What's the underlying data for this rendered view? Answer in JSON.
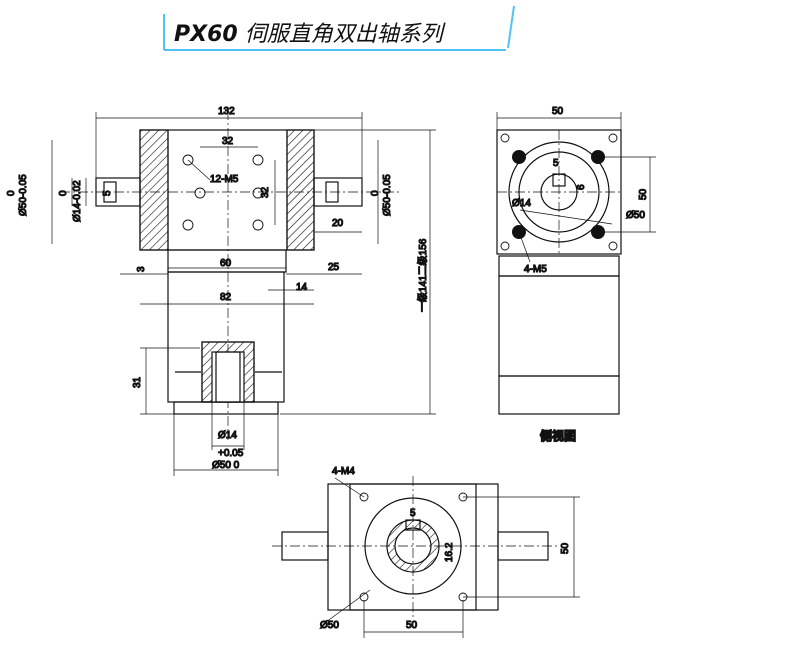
{
  "title": {
    "model": "PX60",
    "series": "伺服直角双出轴系列"
  },
  "labels": {
    "front_width": "132",
    "hole_spacing_a": "32",
    "hole_spacing_b": "32",
    "holes": "12-M5",
    "left_dia_a": "Ø50-0.05",
    "left_dia_a_tol": "0",
    "left_dia_b": "Ø14-0.02",
    "left_dia_b_tol": "0",
    "key_left": "5",
    "right_dia": "Ø50-0.05",
    "right_dia_tol": "0",
    "shaft_len": "20",
    "base_60": "60",
    "dim_3": "3",
    "dim_25": "25",
    "dim_14": "14",
    "dim_82": "82",
    "dim_31": "31",
    "length_note": "一级141二级156",
    "bottom_dia_14": "Ø14",
    "bottom_tol": "+0.05",
    "bottom_dia_50": "Ø50 0",
    "side_width": "50",
    "side_height": "50",
    "side_key": "5",
    "side_6": "6",
    "side_dia_14": "Ø14",
    "side_dia_50": "Ø50",
    "side_holes": "4-M5",
    "side_caption": "侧视图",
    "bottom_holes": "4-M4",
    "bottom_key": "5",
    "bottom_16": "16.2",
    "bottom_height": "50",
    "bottom_dia": "Ø50",
    "bottom_width": "50"
  }
}
